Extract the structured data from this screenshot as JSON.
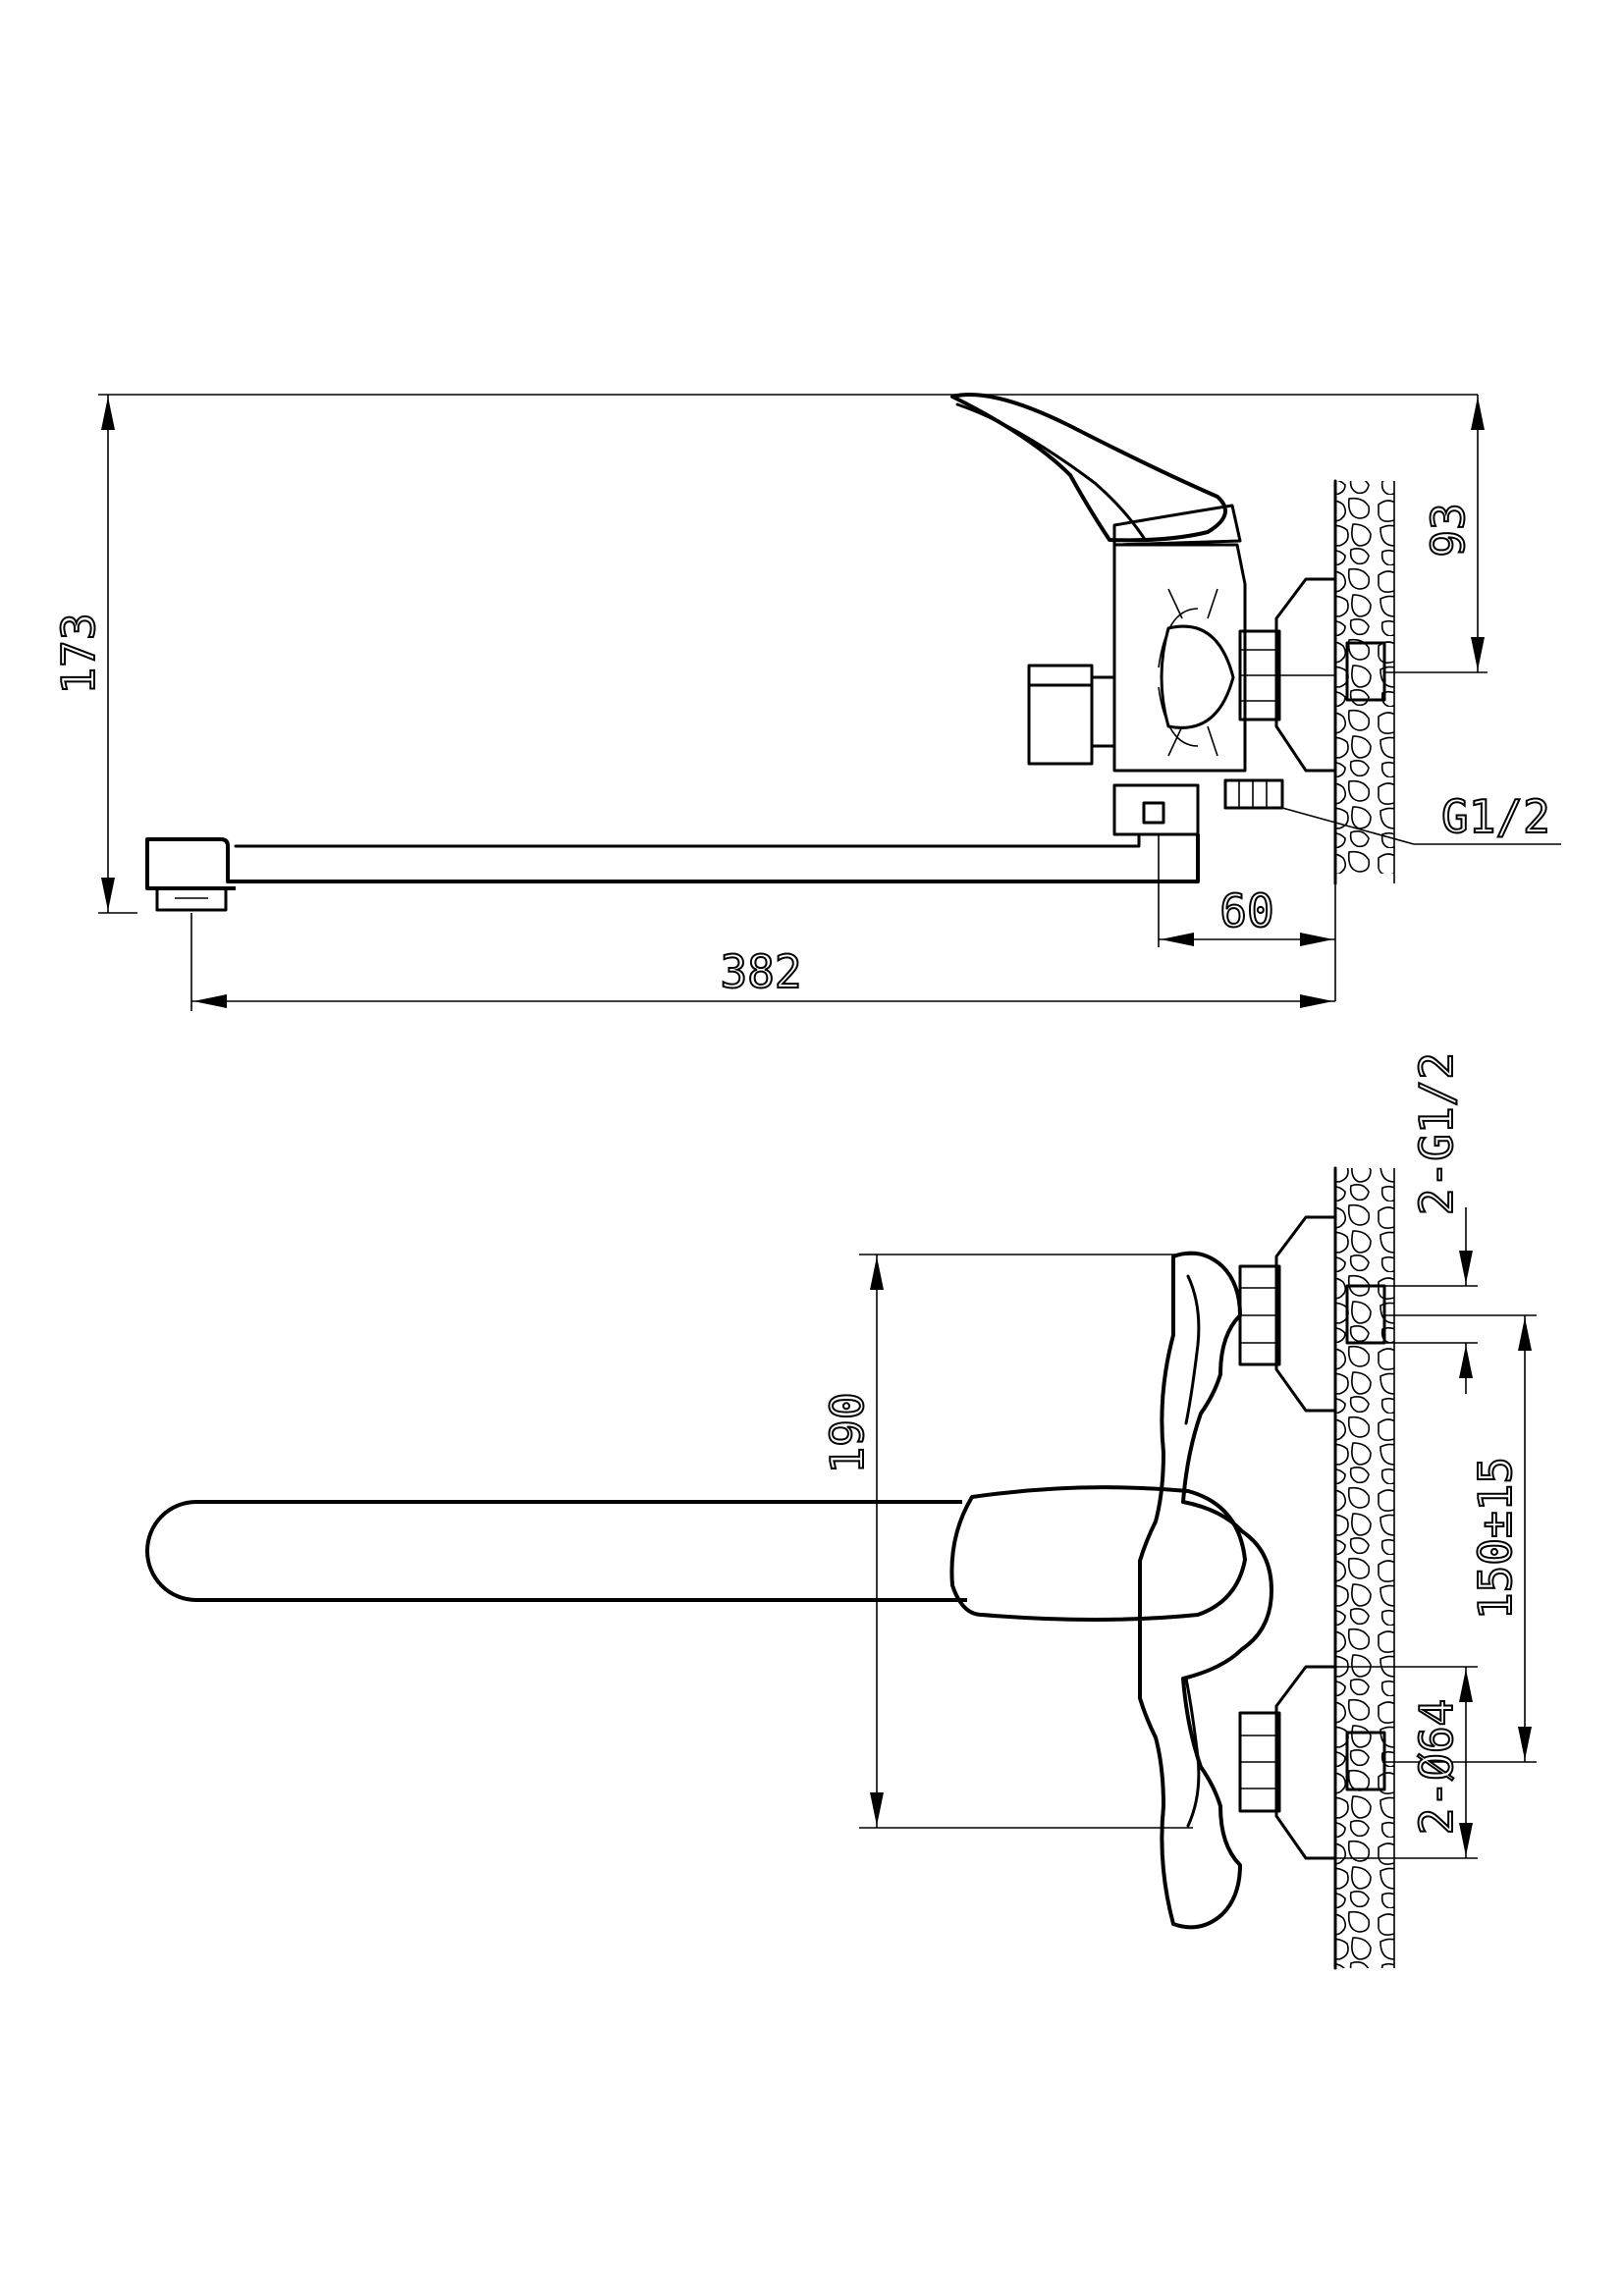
{
  "side_view": {
    "dim_height_total": "173",
    "dim_height_inlet": "93",
    "dim_spout_length": "382",
    "dim_inlet_offset": "60",
    "thread_label": "G1/2"
  },
  "front_view": {
    "dim_height": "190",
    "dim_inlet_center": "150±15",
    "thread_label": "2-G1/2",
    "flange_label": "2-Ø64"
  },
  "colors": {
    "line": "#000000",
    "background": "#ffffff"
  }
}
